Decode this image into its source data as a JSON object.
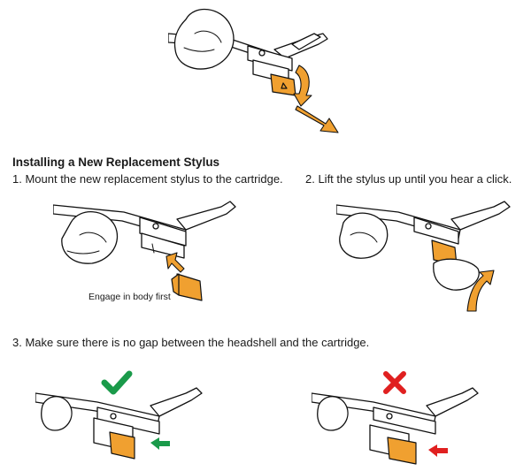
{
  "heading": "Installing a New Replacement Stylus",
  "steps": [
    "1. Mount the new replacement stylus to the cartridge.",
    "2. Lift the stylus up until you hear a click.",
    "3. Make sure there is no gap between the headshell and the cartridge."
  ],
  "caption": "Engage in body first",
  "colors": {
    "stylus_orange": "#f0a030",
    "correct_green": "#1a9a4a",
    "wrong_red": "#e02020"
  },
  "icons": {
    "correct": "checkmark-icon",
    "wrong": "cross-icon"
  }
}
